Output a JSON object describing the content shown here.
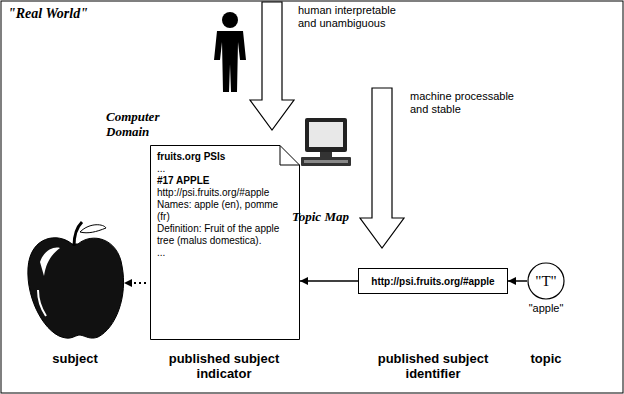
{
  "diagram": {
    "nodes": [
      {
        "text": [
          "fruits.org PSIs",
          "...",
          "#17 APPLE",
          "http://psi.fruits.org/#apple",
          "Names: apple (en), pomme (fr)",
          "Definition: Fruit of the apple tree (malus domestica).",
          "..."
        ]
      },
      {
        "text": [
          "http://psi.fruits.org/#apple"
        ]
      },
      {
        "text": [
          "\"T\"",
          "\"apple\""
        ]
      }
    ],
    "edges": [
      {
        "from": 2,
        "to": 1,
        "arrow": "to"
      },
      {
        "from": 1,
        "to": 0,
        "arrow": "to"
      }
    ],
    "labels": [
      "\"Real World\"",
      "human interpretable and unambiguous",
      "Computer Domain",
      "machine processable and stable",
      "Topic Map",
      "subject",
      "published subject indicator",
      "published subject identifier",
      "topic"
    ]
  }
}
